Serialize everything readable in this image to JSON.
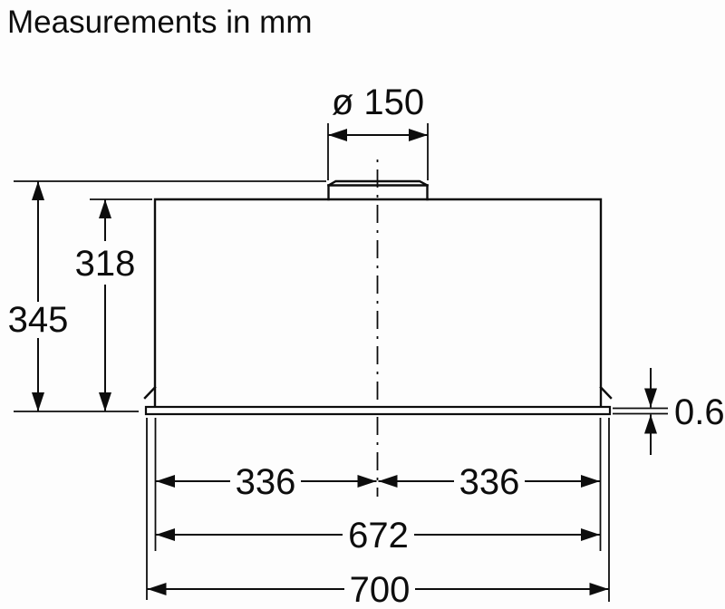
{
  "title": "Measurements in mm",
  "colors": {
    "background": "#fdfdfd",
    "line": "#0d0d0d",
    "text": "#0d0d0d"
  },
  "drawing": {
    "type": "technical-dimension-drawing",
    "subject": "built-in canopy hood front elevation with duct collar and bottom flange",
    "dimensions_mm": {
      "duct_diameter": "ø 150",
      "total_height": "345",
      "body_height": "318",
      "flange_thickness": "0.6",
      "half_width_left": "336",
      "half_width_right": "336",
      "body_width": "672",
      "flange_width": "700"
    }
  }
}
